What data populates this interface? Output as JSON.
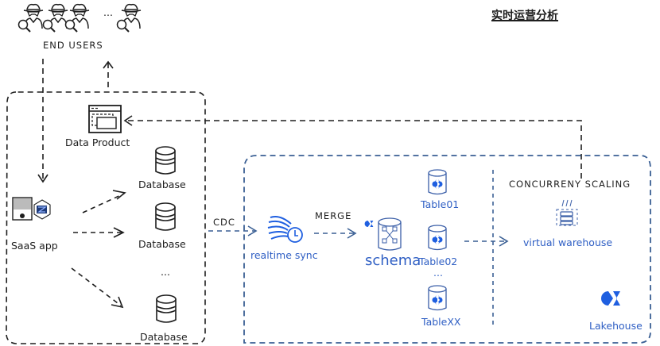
{
  "title": "实时运营分析",
  "colors": {
    "dark": "#1e1e1e",
    "blue_text": "#2f5fc4",
    "blue_dashed": "#3a5f94",
    "brand": "#1f5fe0"
  },
  "end_users": {
    "label": "END USERS",
    "ellipsis": "..."
  },
  "source_group": {
    "data_product": "Data Product",
    "saas_app": "SaaS app",
    "databases": [
      "Database",
      "Database",
      "Database"
    ],
    "ellipsis": "..."
  },
  "edges": {
    "cdc": "CDC",
    "merge": "MERGE"
  },
  "lakehouse_group": {
    "realtime_sync": "realtime sync",
    "schema": "schema",
    "tables": [
      "Table01",
      "Table02",
      "TableXX"
    ],
    "tables_ellipsis": "...",
    "concurrency_scaling": "CONCURRENY SCALING",
    "virtual_warehouse": "virtual warehouse",
    "lakehouse": "Lakehouse"
  },
  "icons": {
    "users": "detective-user-icon",
    "data_product": "browser-window-icon",
    "database": "cylinder-database-icon",
    "saas": "saas-app-icon",
    "sync": "realtime-sync-clock-icon",
    "schema": "schema-database-icon",
    "table": "table-cylinder-icon",
    "warehouse": "server-stack-icon",
    "brand": "lakehouse-logo-icon"
  }
}
